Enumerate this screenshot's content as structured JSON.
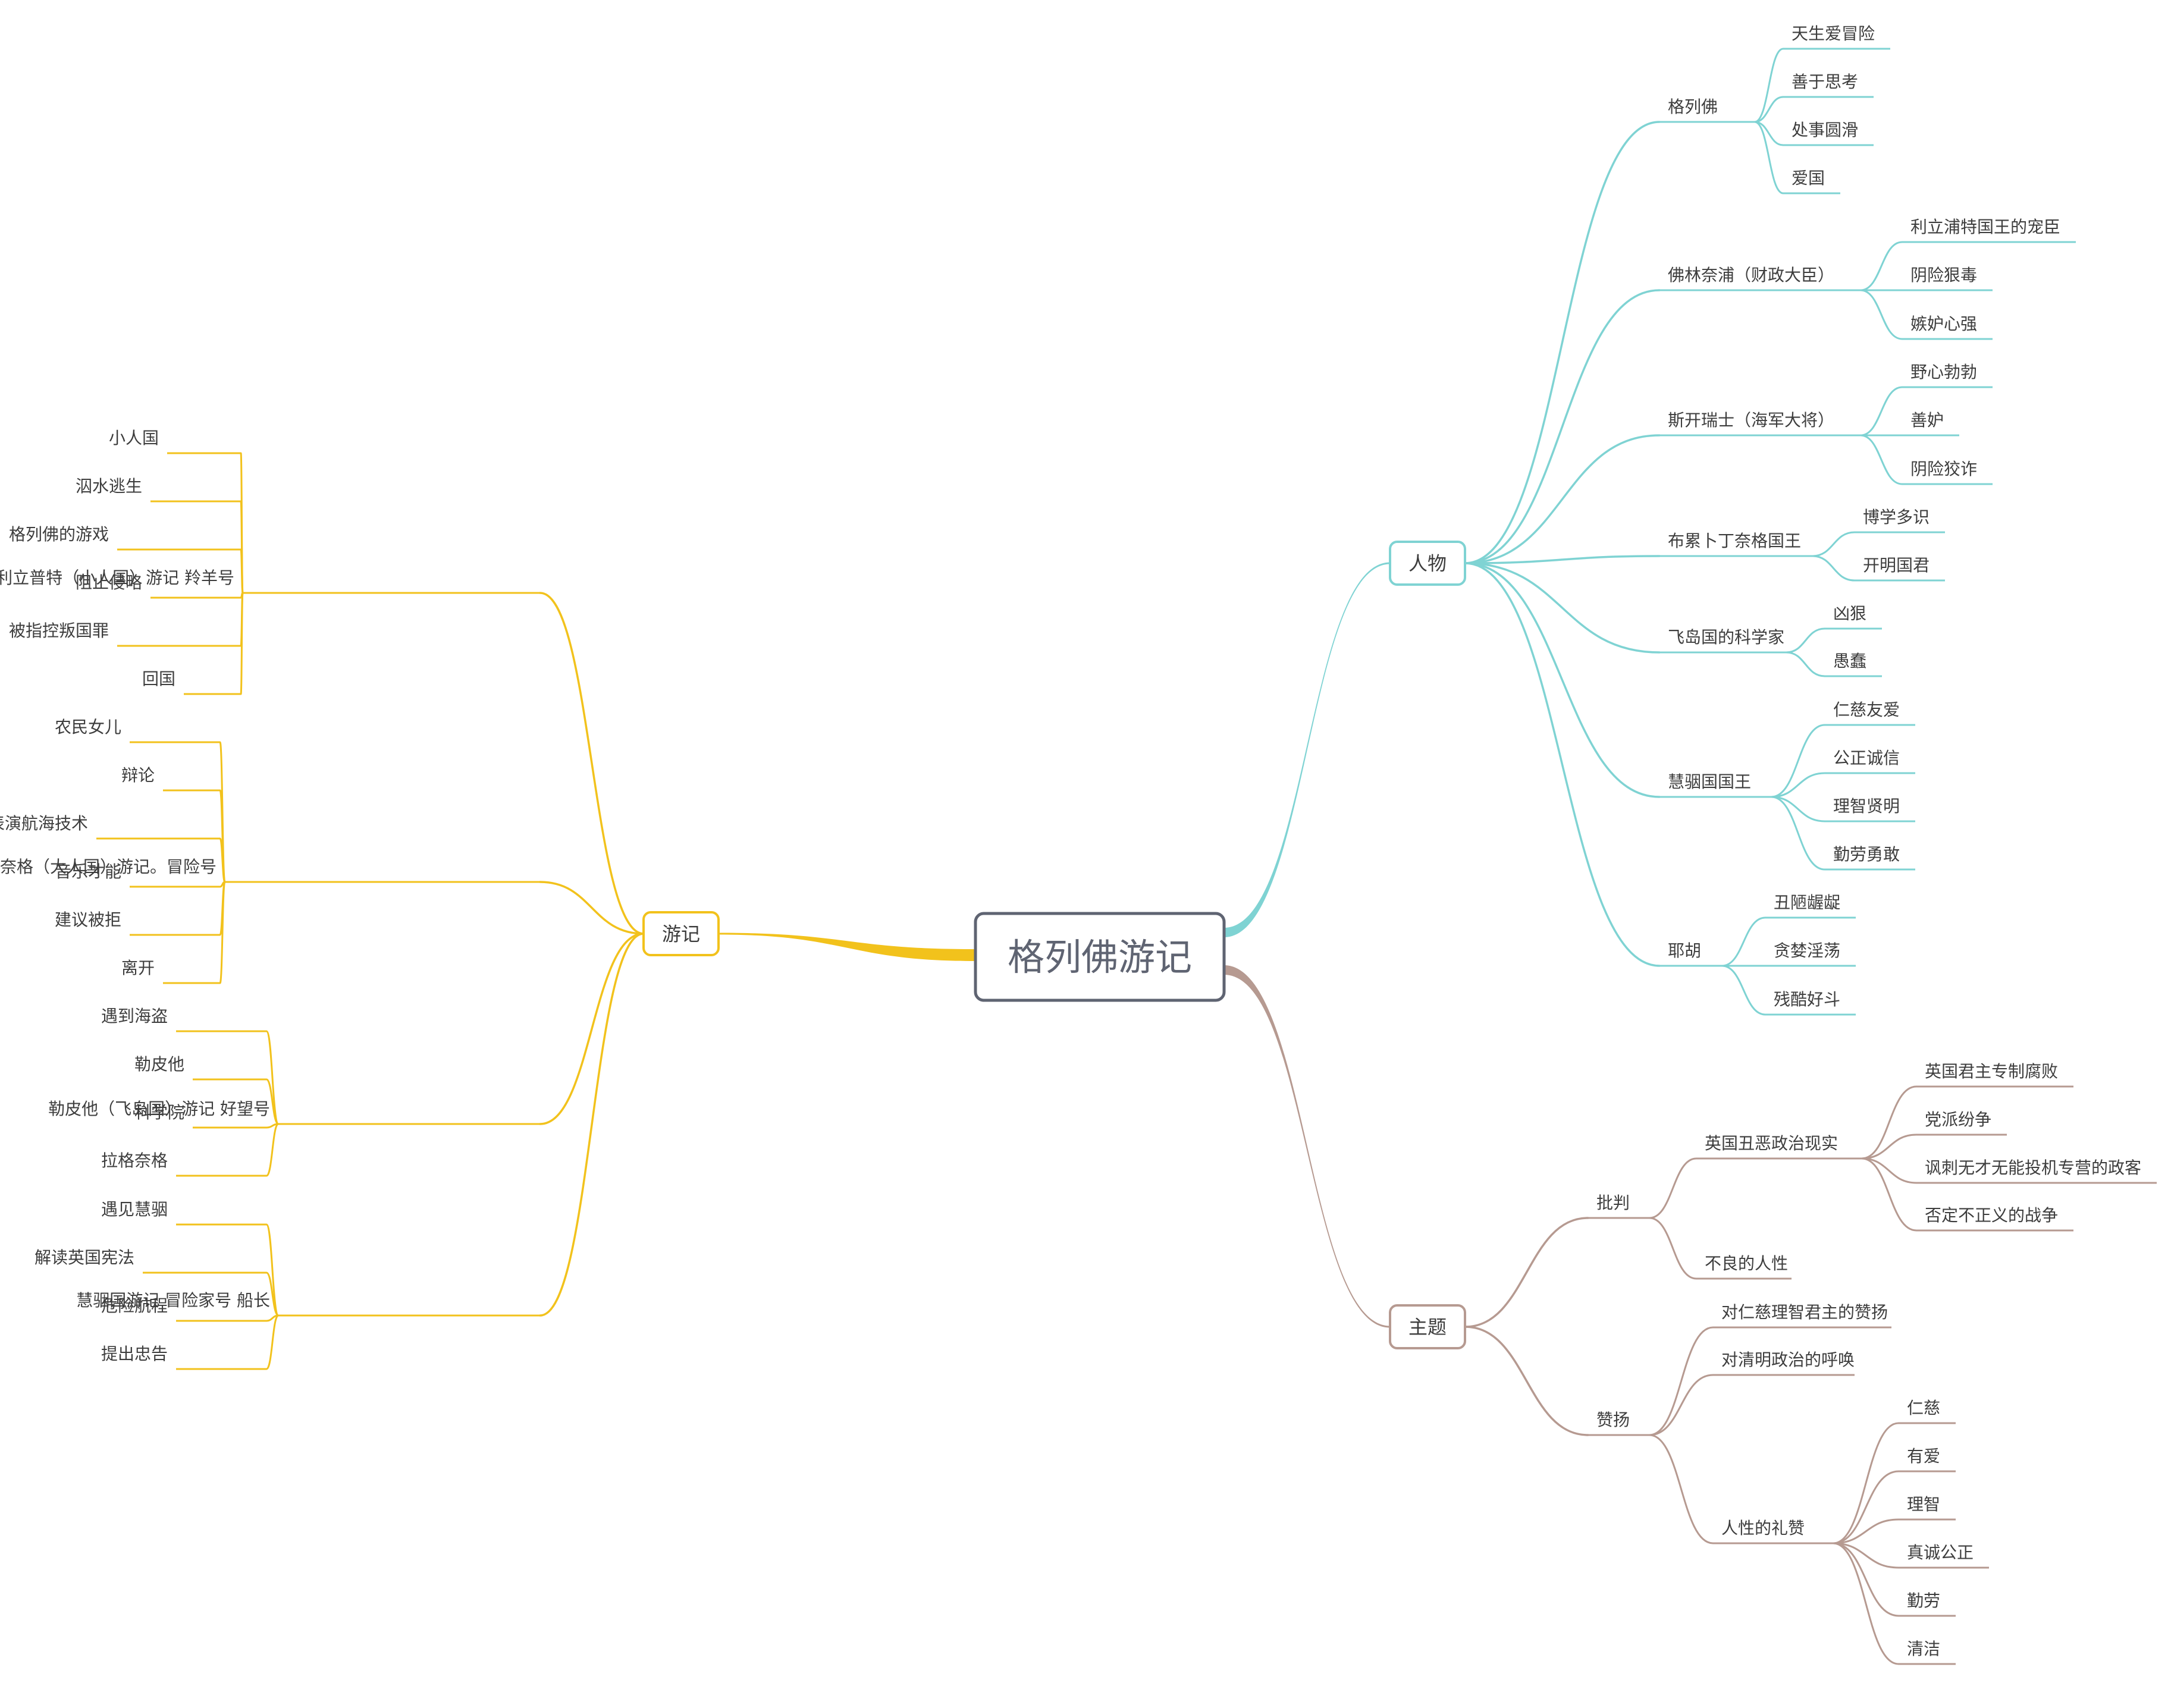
{
  "root": {
    "label": "格列佛游记"
  },
  "colors": {
    "background": "#ffffff",
    "root_border": "#5f6472",
    "root_text": "#5f6472",
    "leaf_text": "#3d3d3d",
    "branch_people": "#7fd3d3",
    "branch_travel": "#f2c21c",
    "branch_theme": "#b69a91"
  },
  "branches": [
    {
      "id": "people",
      "label": "人物",
      "color_key": "branch_people",
      "children": [
        {
          "label": "格列佛",
          "children": [
            {
              "label": "天生爱冒险"
            },
            {
              "label": "善于思考"
            },
            {
              "label": "处事圆滑"
            },
            {
              "label": "爱国"
            }
          ]
        },
        {
          "label": "佛林奈浦（财政大臣）",
          "children": [
            {
              "label": "利立浦特国王的宠臣"
            },
            {
              "label": "阴险狠毒"
            },
            {
              "label": "嫉妒心强"
            }
          ]
        },
        {
          "label": "斯开瑞士（海军大将）",
          "children": [
            {
              "label": "野心勃勃"
            },
            {
              "label": "善妒"
            },
            {
              "label": "阴险狡诈"
            }
          ]
        },
        {
          "label": "布累卜丁奈格国王",
          "children": [
            {
              "label": "博学多识"
            },
            {
              "label": "开明国君"
            }
          ]
        },
        {
          "label": "飞岛国的科学家",
          "children": [
            {
              "label": "凶狠"
            },
            {
              "label": "愚蠢"
            }
          ]
        },
        {
          "label": "慧骃国国王",
          "children": [
            {
              "label": "仁慈友爱"
            },
            {
              "label": "公正诚信"
            },
            {
              "label": "理智贤明"
            },
            {
              "label": "勤劳勇敢"
            }
          ]
        },
        {
          "label": "耶胡",
          "children": [
            {
              "label": "丑陋龌龊"
            },
            {
              "label": "贪婪淫荡"
            },
            {
              "label": "残酷好斗"
            }
          ]
        }
      ]
    },
    {
      "id": "theme",
      "label": "主题",
      "color_key": "branch_theme",
      "children": [
        {
          "label": "批判",
          "children": [
            {
              "label": "英国丑恶政治现实",
              "children": [
                {
                  "label": "英国君主专制腐败"
                },
                {
                  "label": "党派纷争"
                },
                {
                  "label": "讽刺无才无能投机专营的政客"
                },
                {
                  "label": "否定不正义的战争"
                }
              ]
            },
            {
              "label": "不良的人性"
            }
          ]
        },
        {
          "label": "赞扬",
          "children": [
            {
              "label": "对仁慈理智君主的赞扬"
            },
            {
              "label": "对清明政治的呼唤"
            },
            {
              "label": "人性的礼赞",
              "children": [
                {
                  "label": "仁慈"
                },
                {
                  "label": "有爱"
                },
                {
                  "label": "理智"
                },
                {
                  "label": "真诚公正"
                },
                {
                  "label": "勤劳"
                },
                {
                  "label": "清洁"
                }
              ]
            }
          ]
        }
      ]
    },
    {
      "id": "travel",
      "label": "游记",
      "color_key": "branch_travel",
      "children": [
        {
          "label": "利立普特（小人国）游记    羚羊号",
          "children": [
            {
              "label": "小人国"
            },
            {
              "label": "泅水逃生"
            },
            {
              "label": "格列佛的游戏"
            },
            {
              "label": "阻止侵略"
            },
            {
              "label": "被指控叛国罪"
            },
            {
              "label": "回国"
            }
          ]
        },
        {
          "label": "布罗卜丁奈格（大人国）游记。冒险号",
          "children": [
            {
              "label": "农民女儿"
            },
            {
              "label": "辩论"
            },
            {
              "label": "表演航海技术"
            },
            {
              "label": "音乐才能"
            },
            {
              "label": "建议被拒"
            },
            {
              "label": "离开"
            }
          ]
        },
        {
          "label": "勒皮他（飞岛国）游记 好望号",
          "children": [
            {
              "label": "遇到海盗"
            },
            {
              "label": "勒皮他"
            },
            {
              "label": "科学院"
            },
            {
              "label": "拉格奈格"
            }
          ]
        },
        {
          "label": "慧骃国游记   冒险家号 船长",
          "children": [
            {
              "label": "遇见慧骃"
            },
            {
              "label": "解读英国宪法"
            },
            {
              "label": "危险航程"
            },
            {
              "label": "提出忠告"
            }
          ]
        }
      ]
    }
  ]
}
